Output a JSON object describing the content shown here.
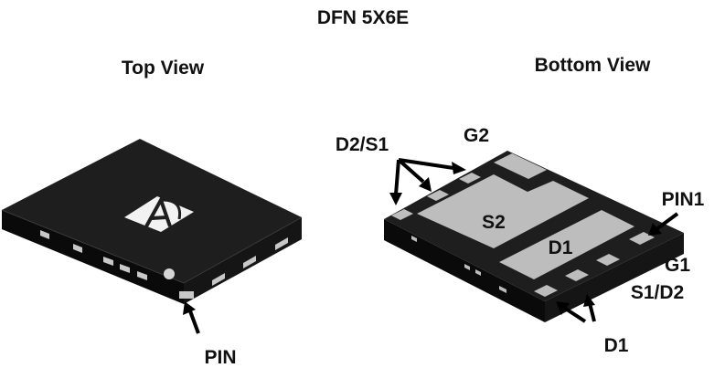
{
  "title": "DFN 5X6E",
  "top_view": {
    "heading": "Top View",
    "pin_label": "PIN"
  },
  "bottom_view": {
    "heading": "Bottom View",
    "labels": {
      "d2s1": "D2/S1",
      "g2": "G2",
      "s2": "S2",
      "d1_pad": "D1",
      "pin1": "PIN1",
      "g1": "G1",
      "s1d2": "S1/D2",
      "d1_bottom": "D1"
    }
  },
  "colors": {
    "package_top": "#1e1e1e",
    "package_side": "#0c0c0c",
    "pad_fill": "#bdbdbd",
    "pin_fill": "#c8c8c8",
    "text": "#111111"
  }
}
